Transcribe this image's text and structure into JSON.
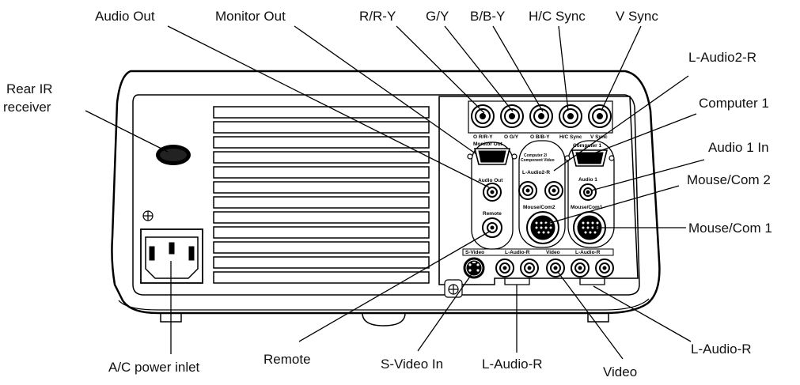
{
  "callouts": {
    "audio_out": "Audio Out",
    "monitor_out": "Monitor Out",
    "r_ry": "R/R-Y",
    "g_y": "G/Y",
    "b_by": "B/B-Y",
    "hc_sync": "H/C Sync",
    "v_sync": "V Sync",
    "l_audio2_r": "L-Audio2-R",
    "computer1": "Computer 1",
    "audio1_in": "Audio 1 In",
    "mouse_com2": "Mouse/Com 2",
    "mouse_com1": "Mouse/Com 1",
    "rear_ir_line1": "Rear IR",
    "rear_ir_line2": "receiver",
    "ac_power": "A/C power inlet",
    "remote": "Remote",
    "svideo_in": "S-Video In",
    "l_audio_r_mid": "L-Audio-R",
    "video": "Video",
    "l_audio_r_right": "L-Audio-R"
  },
  "panel_labels": {
    "r_ry": "O R/R-Y",
    "g_y": "O G/Y",
    "b_by": "O B/B-Y",
    "hc_sync": "H/C Sync",
    "v_sync": "V Sync",
    "monitor_out": "Monitor Out",
    "computer2_line1": "Computer 2/",
    "computer2_line2": "Component Video",
    "computer1": "Computer 1",
    "audio_out": "Audio Out",
    "l_audio2_r": "L-Audio2-R",
    "audio1": "Audio 1",
    "remote": "Remote",
    "mouse_com2": "Mouse/Com2",
    "mouse_com1": "Mouse/Com1",
    "svideo": "S-Video",
    "l_audio_r_1": "L-Audio-R",
    "video": "Video",
    "l_audio_r_2": "L-Audio-R"
  }
}
